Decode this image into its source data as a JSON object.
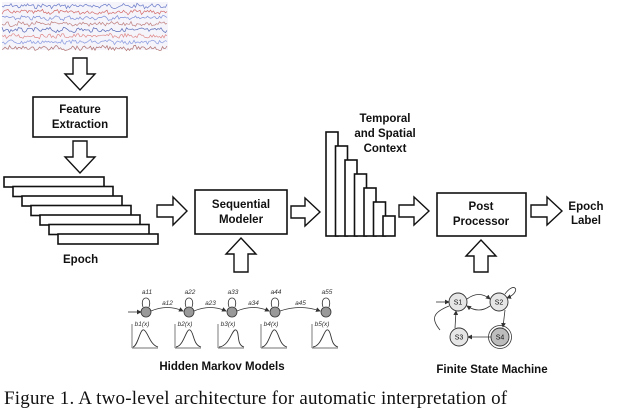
{
  "labels": {
    "feature_extraction_1": "Feature",
    "feature_extraction_2": "Extraction",
    "epoch": "Epoch",
    "sequential_modeler_1": "Sequential",
    "sequential_modeler_2": "Modeler",
    "temporal_1": "Temporal",
    "temporal_2": "and Spatial",
    "temporal_3": "Context",
    "post_processor_1": "Post",
    "post_processor_2": "Processor",
    "epoch_label_1": "Epoch",
    "epoch_label_2": "Label",
    "hmm": "Hidden Markov Models",
    "fsm": "Finite State Machine"
  },
  "hmm": {
    "self_transitions": [
      "a11",
      "a22",
      "a33",
      "a44",
      "a55"
    ],
    "forward_transitions": [
      "a12",
      "a23",
      "a34",
      "a45"
    ],
    "emissions": [
      "b1(x)",
      "b2(x)",
      "b3(x)",
      "b4(x)",
      "b5(x)"
    ]
  },
  "fsm": {
    "states": [
      "S1",
      "S2",
      "S3",
      "S4"
    ]
  },
  "caption": "Figure 1.  A  two-level  architecture  for  automatic  interpretation  of"
}
